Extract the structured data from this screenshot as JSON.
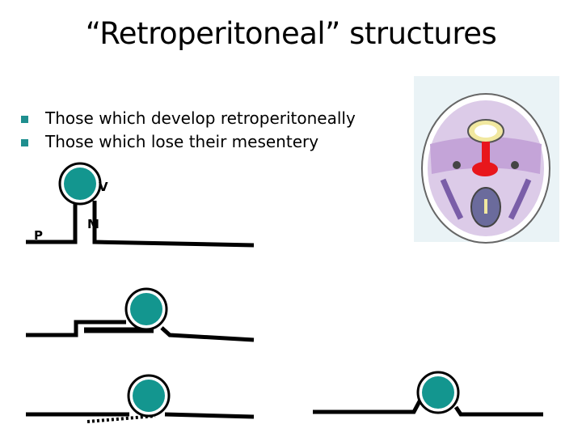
{
  "title": "“Retroperitoneal” structures",
  "bullets": [
    "Those which develop retroperitoneally",
    "Those which lose their mesentery"
  ],
  "labels": {
    "viscus": "V",
    "mesentery": "M",
    "peritoneum": "P"
  },
  "colors": {
    "viscus_fill": "#13968f",
    "bullet": "#1f8f8f",
    "section_background": "#eaf3f6",
    "section_purple": "#c4a4d8",
    "section_light_purple": "#dccbe8",
    "mesentery_red": "#e8161c",
    "cord_yellow": "#f1e8a0"
  }
}
